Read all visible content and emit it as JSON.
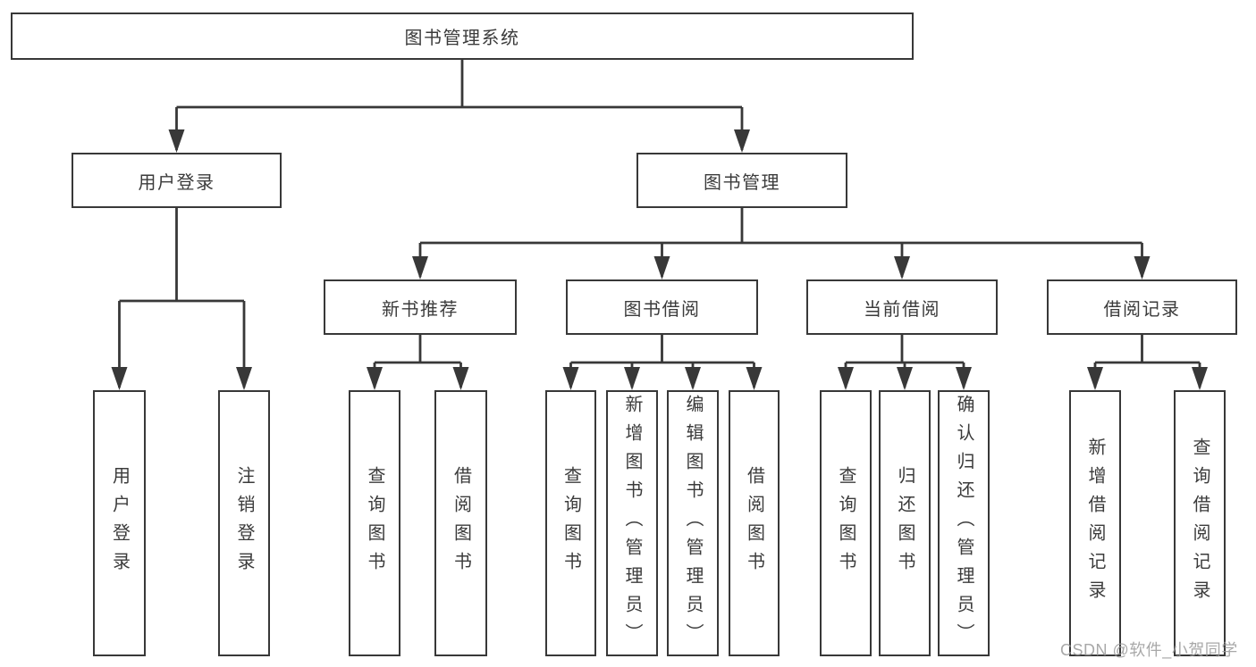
{
  "diagram": {
    "root": {
      "label": "图书管理系统"
    },
    "branches": [
      {
        "label": "用户登录",
        "children": [
          {
            "label": "用户登录"
          },
          {
            "label": "注销登录"
          }
        ]
      },
      {
        "label": "图书管理",
        "children": [
          {
            "label": "新书推荐",
            "children": [
              {
                "label": "查询图书"
              },
              {
                "label": "借阅图书"
              }
            ]
          },
          {
            "label": "图书借阅",
            "children": [
              {
                "label": "查询图书"
              },
              {
                "label": "新增图书（管理员）"
              },
              {
                "label": "编辑图书（管理员）"
              },
              {
                "label": "借阅图书"
              }
            ]
          },
          {
            "label": "当前借阅",
            "children": [
              {
                "label": "查询图书"
              },
              {
                "label": "归还图书"
              },
              {
                "label": "确认归还（管理员）"
              }
            ]
          },
          {
            "label": "借阅记录",
            "children": [
              {
                "label": "新增借阅记录"
              },
              {
                "label": "查询借阅记录"
              }
            ]
          }
        ]
      }
    ]
  },
  "watermark": {
    "text": "CSDN @软件_小贺同学"
  },
  "colors": {
    "line": "#383838",
    "text": "#3b3b3b",
    "background": "#ffffff",
    "watermark": "#9a9a9a"
  }
}
